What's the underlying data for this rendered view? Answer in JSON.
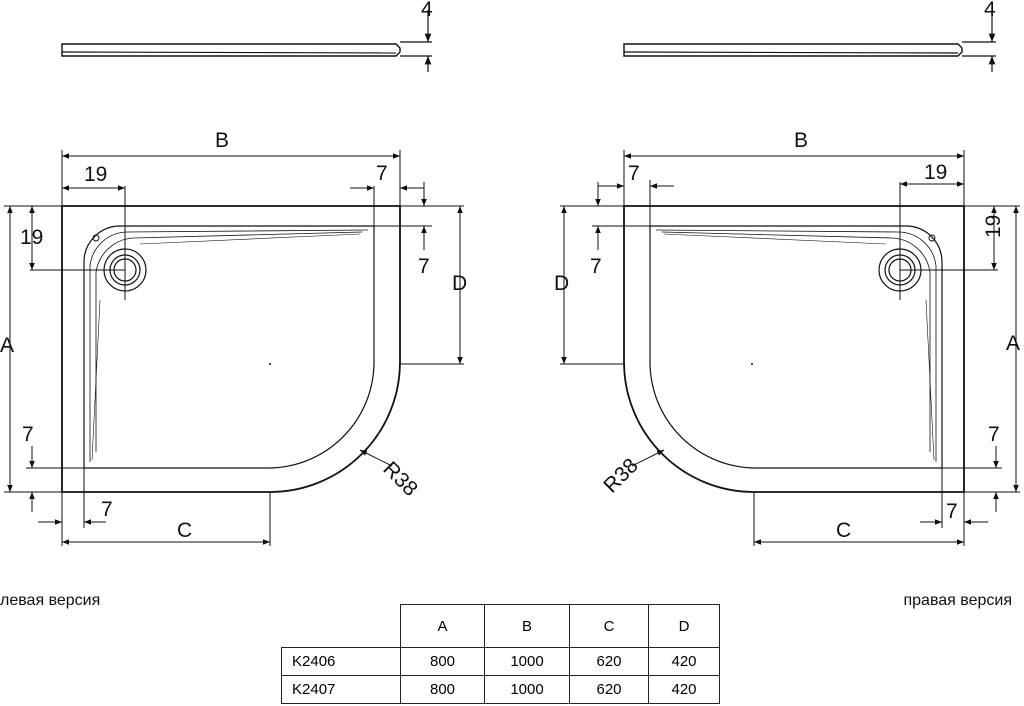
{
  "dimensions": {
    "thickness": "4",
    "width": "B",
    "depth": "A",
    "flat_side": "C",
    "flat_depth": "D",
    "drain_offset": "19",
    "edge_margin": "7",
    "radius": "R38"
  },
  "captions": {
    "left": "левая версия",
    "right": "правая версия"
  },
  "table": {
    "headers": [
      "A",
      "B",
      "C",
      "D"
    ],
    "rows": [
      {
        "model": "K2406",
        "values": [
          "800",
          "1000",
          "620",
          "420"
        ]
      },
      {
        "model": "K2407",
        "values": [
          "800",
          "1000",
          "620",
          "420"
        ]
      }
    ]
  }
}
